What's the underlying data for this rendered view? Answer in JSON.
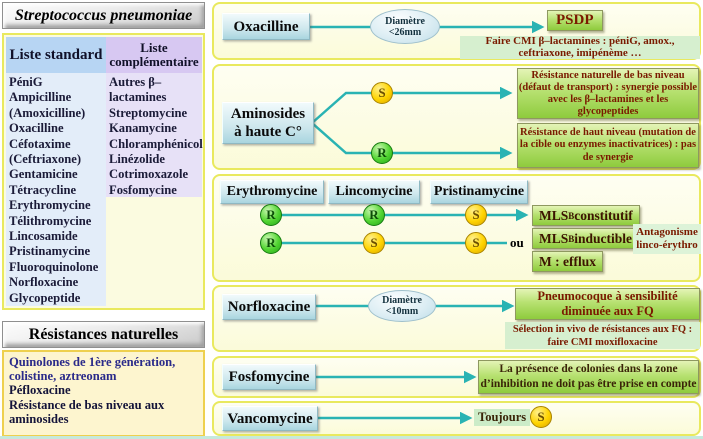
{
  "sidebar": {
    "title": "Streptococcus pneumoniae",
    "standard_list": {
      "header": "Liste standard",
      "items": [
        "PéniG",
        "Ampicilline",
        "(Amoxicilline)",
        "Oxacilline",
        "Céfotaxime",
        "(Ceftriaxone)",
        "Gentamicine",
        "Tétracycline",
        "Erythromycine",
        "Télithromycine",
        "Lincosamide",
        "Pristinamycine",
        "Fluoroquinolone",
        "Norfloxacine",
        "Glycopeptide"
      ]
    },
    "complementary_list": {
      "header": "Liste complémentaire",
      "items": [
        "Autres β–lactamines",
        "Streptomycine",
        "Kanamycine",
        "Chloramphénicol",
        "Linézolide",
        "Cotrimoxazole",
        "Fosfomycine"
      ]
    },
    "natural_resistances": {
      "title": "Résistances naturelles",
      "items": [
        "Quinolones de 1ère génération, colistine, aztreonam",
        "Péfloxacine",
        "Résistance de bas niveau aux aminosides"
      ]
    }
  },
  "panels": {
    "oxacilline": {
      "drug": "Oxacilline",
      "diameter_line1": "Diamètre",
      "diameter_line2": "<26mm",
      "result": "PSDP",
      "note": "Faire CMI β–lactamines : péniG, amox., ceftriaxone, imipénème …"
    },
    "aminosides": {
      "drug_line1": "Aminosides",
      "drug_line2": "à haute C°",
      "s_marker": "S",
      "r_marker": "R",
      "s_result": "Résistance naturelle de bas niveau (défaut de transport) : synergie possible avec les β–lactamines et les glycopeptides",
      "r_result": "Résistance de haut niveau (mutation de la cible ou enzymes inactivatrices) : pas de synergie"
    },
    "mls": {
      "drugs": [
        "Erythromycine",
        "Lincomycine",
        "Pristinamycine"
      ],
      "row1": [
        "R",
        "R",
        "S"
      ],
      "row2": [
        "R",
        "S",
        "S"
      ],
      "or_label": "ou",
      "result1_pre": "MLS",
      "result1_sub": "B",
      "result1_post": " constitutif",
      "result2_pre": "MLS",
      "result2_sub": "B",
      "result2_post": " inductible",
      "result3": "M : efflux",
      "annotation": "Antagonisme linco-érythro"
    },
    "norfloxacine": {
      "drug": "Norfloxacine",
      "diameter_line1": "Diamètre",
      "diameter_line2": "<10mm",
      "result": "Pneumocoque à sensibilité diminuée aux FQ",
      "note": "Sélection in vivo de résistances aux FQ : faire CMI moxifloxacine"
    },
    "fosfomycine": {
      "drug": "Fosfomycine",
      "result": "La présence de colonies dans la zone d’inhibition ne doit pas être prise en compte"
    },
    "vancomycine": {
      "drug": "Vancomycine",
      "result": "Toujours",
      "marker": "S"
    }
  },
  "colors": {
    "teal_line": "#2ab3b3",
    "panel_border": "#e9e95e",
    "result_green": "#8ecb3d",
    "result_text_maroon": "#7a1a00",
    "marker_s_yellow": "#ffd400",
    "marker_r_green": "#52d532",
    "drug_box_blue": "#cde7ed"
  }
}
